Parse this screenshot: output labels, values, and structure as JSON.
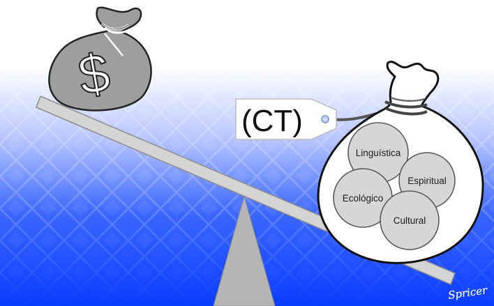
{
  "scene": {
    "tag": {
      "label": "(CT)"
    },
    "money_bag": {
      "symbol": "$"
    },
    "heavy_bag": {
      "spheres": [
        {
          "label": "Linguística"
        },
        {
          "label": "Espiritual"
        },
        {
          "label": "Ecológico"
        },
        {
          "label": "Cultural"
        }
      ]
    },
    "signature": "Spricer"
  },
  "colors": {
    "sky_top": "#ffffff",
    "sky_bottom": "#0a3cff",
    "beam": "#d4d4d4",
    "fulcrum": "#b5b5b5",
    "money_bag": "#9e9e9e",
    "sphere": "#d6d6d6"
  }
}
